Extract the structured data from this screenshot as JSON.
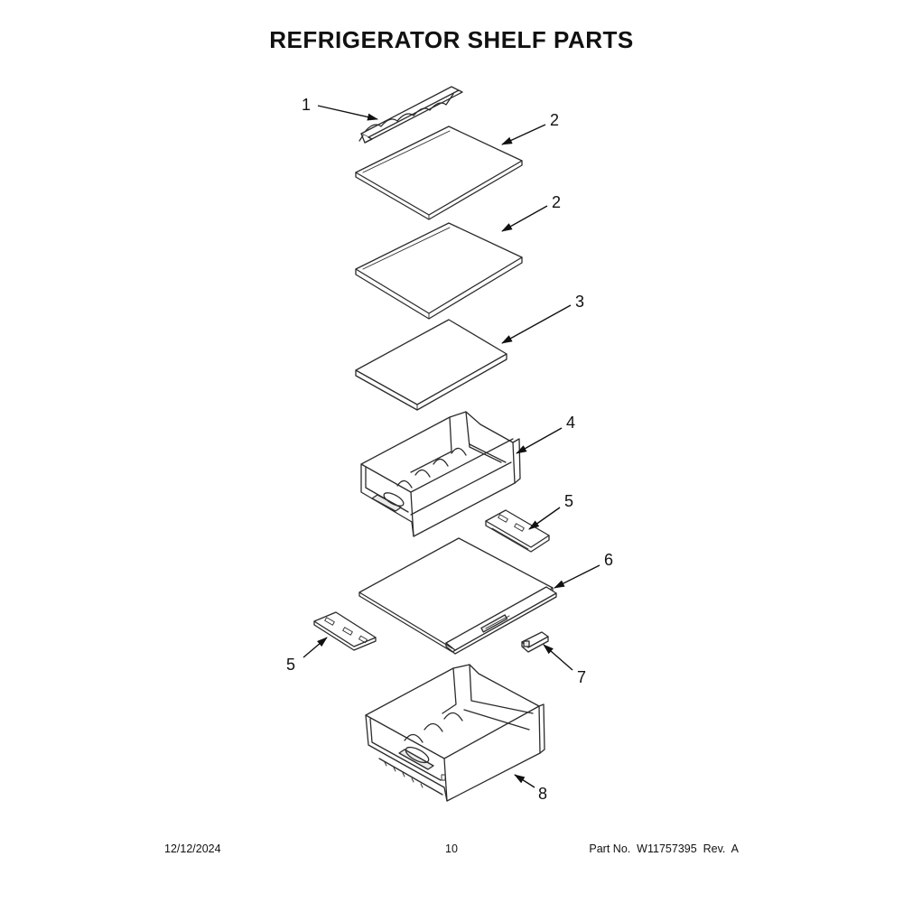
{
  "title": "REFRIGERATOR SHELF PARTS",
  "callouts": {
    "c1": "1",
    "c2a": "2",
    "c2b": "2",
    "c3": "3",
    "c4": "4",
    "c5a": "5",
    "c5b": "5",
    "c6": "6",
    "c7": "7",
    "c8": "8"
  },
  "footer": {
    "date": "12/12/2024",
    "page": "10",
    "part_no": "Part No.  W11757395  Rev.  A"
  }
}
